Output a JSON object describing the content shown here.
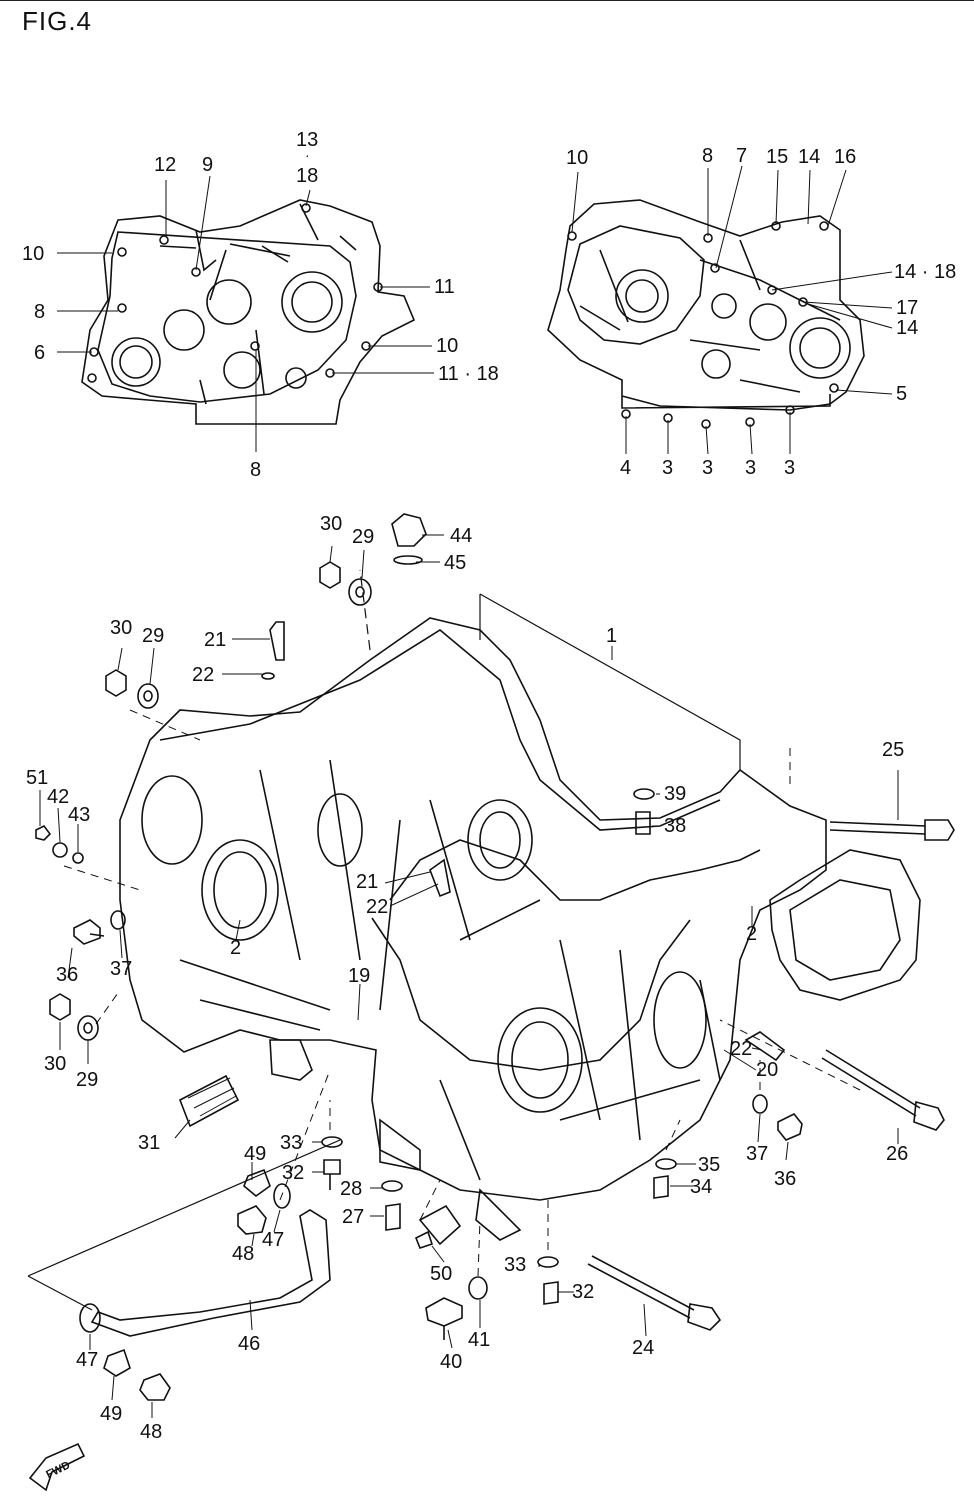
{
  "figure": {
    "title": "FIG.4",
    "subtitle": "CRANKCASE"
  },
  "callouts": {
    "upper_left": [
      "13",
      "18",
      "12",
      "9",
      "10",
      "8",
      "6",
      "11",
      "10",
      "11 · 18",
      "8"
    ],
    "upper_right": [
      "10",
      "8",
      "7",
      "15",
      "14",
      "16",
      "14 · 18",
      "17",
      "14",
      "5",
      "4",
      "3",
      "3",
      "3",
      "3"
    ],
    "main": [
      "30",
      "29",
      "44",
      "45",
      "1",
      "30",
      "29",
      "21",
      "22",
      "25",
      "51",
      "42",
      "43",
      "39",
      "38",
      "21",
      "22",
      "36",
      "37",
      "2",
      "2",
      "19",
      "30",
      "29",
      "22",
      "20",
      "26",
      "31",
      "49",
      "33",
      "32",
      "28",
      "27",
      "48",
      "47",
      "35",
      "34",
      "37",
      "36",
      "50",
      "33",
      "32",
      "46",
      "47",
      "49",
      "48",
      "40",
      "41",
      "24"
    ]
  },
  "direction_marker": "FWD"
}
